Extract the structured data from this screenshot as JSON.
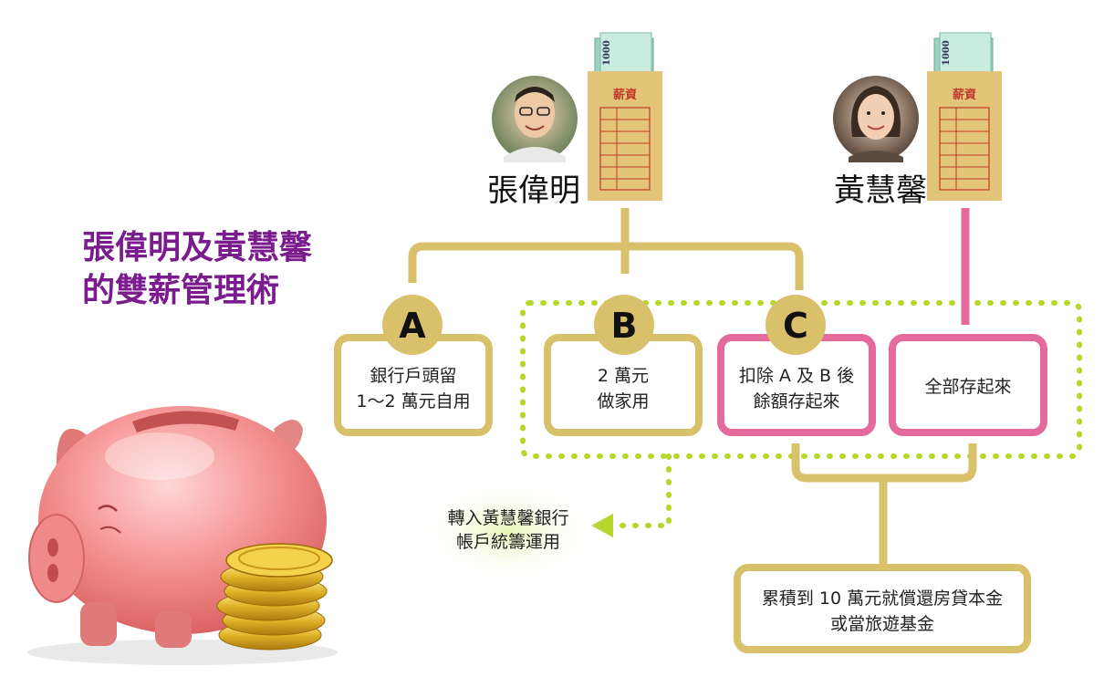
{
  "title": {
    "line1": "張偉明及黃慧馨",
    "line2": "的雙薪管理術"
  },
  "people": {
    "husband": {
      "name": "張偉明"
    },
    "wife": {
      "name": "黃慧馨"
    }
  },
  "envelope_label": "薪資",
  "banknote_label": "1000",
  "nodes": {
    "a": {
      "letter": "A",
      "line1": "銀行戶頭留",
      "line2": "1～2 萬元自用"
    },
    "b": {
      "letter": "B",
      "line1": "2 萬元",
      "line2": "做家用"
    },
    "c": {
      "letter": "C",
      "line1": "扣除 A 及 B 後",
      "line2": "餘額存起來"
    },
    "d": {
      "line1": "全部存起來"
    },
    "transfer": {
      "line1": "轉入黃慧馨銀行",
      "line2": "帳戶統籌運用"
    },
    "goal": {
      "line1": "累積到 10 萬元就償還房貸本金",
      "line2": "或當旅遊基金"
    }
  },
  "colors": {
    "gold": "#d9c06a",
    "pink": "#e46a9c",
    "green_dots": "#b5d62b",
    "title_purple": "#7a1b8e"
  }
}
